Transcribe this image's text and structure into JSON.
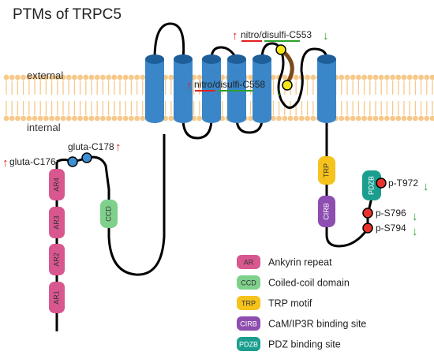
{
  "title": "PTMs of TRPC5",
  "membrane": {
    "external_label": "external",
    "internal_label": "internal"
  },
  "colors": {
    "helix": "#3a86c8",
    "helix_dark": "#1f5f99",
    "lipid": "#f6c98a",
    "ankyrin": "#d8578e",
    "ccd": "#7ed08b",
    "trp": "#f6c21c",
    "cirb": "#8e4db0",
    "pdzb": "#1b9e8e",
    "phospho": "#e8332d",
    "glu": "#3b8fd4",
    "cys": "#f5e617",
    "disulfide": "#7a4a1c",
    "arrow_up": "#e02020",
    "arrow_down": "#2ca02c",
    "underline_red": "#e02020",
    "underline_green": "#2ca02c"
  },
  "domains": {
    "ankyrin": [
      "AR4",
      "AR3",
      "AR2",
      "AR1"
    ],
    "ccd": "CCD",
    "trp": "TRP",
    "cirb": "CIRB",
    "pdzb": "PDZB"
  },
  "ptm_labels": {
    "c176": "gluta-C176",
    "c178": "gluta-C178",
    "c553": "nitro/disulfi-C553",
    "c558": "nitro/disulfi-C558",
    "t972": "p-T972",
    "s796": "p-S796",
    "s794": "p-S794"
  },
  "arrows": {
    "c176": "↑",
    "c178": "↑",
    "c553_left": "↑",
    "c553_right": "↓",
    "c558_left": "↑",
    "c558_right": "↓",
    "t972": "↓",
    "s796": "↓",
    "s794": "↓"
  },
  "legend": [
    {
      "abbr": "AR",
      "label": "Ankyrin repeat",
      "color_key": "ankyrin"
    },
    {
      "abbr": "CCD",
      "label": "Coiled-coil domain",
      "color_key": "ccd"
    },
    {
      "abbr": "TRP",
      "label": "TRP motif",
      "color_key": "trp"
    },
    {
      "abbr": "CIRB",
      "label": "CaM/IP3R binding site",
      "color_key": "cirb"
    },
    {
      "abbr": "PDZB",
      "label": "PDZ binding site",
      "color_key": "pdzb"
    }
  ]
}
